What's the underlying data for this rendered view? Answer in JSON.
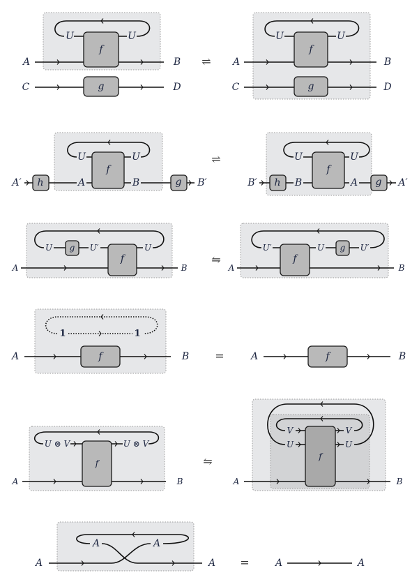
{
  "row1": {
    "left": {
      "A": "A",
      "B": "B",
      "C": "C",
      "D": "D",
      "U1": "U",
      "U2": "U",
      "f": "f",
      "g": "g"
    },
    "relation": "⇌",
    "right": {
      "A": "A",
      "B": "B",
      "C": "C",
      "D": "D",
      "U1": "U",
      "U2": "U",
      "f": "f",
      "g": "g"
    }
  },
  "row2": {
    "left": {
      "in": "A′",
      "h": "h",
      "A": "A",
      "U1": "U",
      "f": "f",
      "U2": "U",
      "B": "B",
      "g": "g",
      "out": "B′"
    },
    "relation": "⇌",
    "right": {
      "in": "B′",
      "h": "h",
      "B": "B",
      "U1": "U",
      "f": "f",
      "U2": "U",
      "A": "A",
      "g": "g",
      "out": "A′"
    }
  },
  "row3": {
    "left": {
      "A": "A",
      "B": "B",
      "U1": "U",
      "g": "g",
      "U2": "U′",
      "f": "f",
      "U3": "U"
    },
    "relation": "⇋",
    "right": {
      "A": "A",
      "B": "B",
      "U1": "U′",
      "f": "f",
      "U2": "U",
      "g": "g",
      "U3": "U′"
    }
  },
  "row4": {
    "left": {
      "A": "A",
      "B": "B",
      "one1": "1",
      "one2": "1",
      "f": "f"
    },
    "relation": "=",
    "right": {
      "A": "A",
      "B": "B",
      "f": "f"
    }
  },
  "row5": {
    "left": {
      "A": "A",
      "B": "B",
      "UV1": "U ⊗ V",
      "UV2": "U ⊗ V",
      "f": "f"
    },
    "relation": "⇋",
    "right": {
      "A": "A",
      "B": "B",
      "V1": "V",
      "U1": "U",
      "V2": "V",
      "U2": "U",
      "f": "f"
    }
  },
  "row6": {
    "left": {
      "A_in": "A",
      "A_out": "A",
      "A1": "A",
      "A2": "A"
    },
    "relation": "=",
    "right": {
      "A_in": "A",
      "A_out": "A"
    }
  }
}
